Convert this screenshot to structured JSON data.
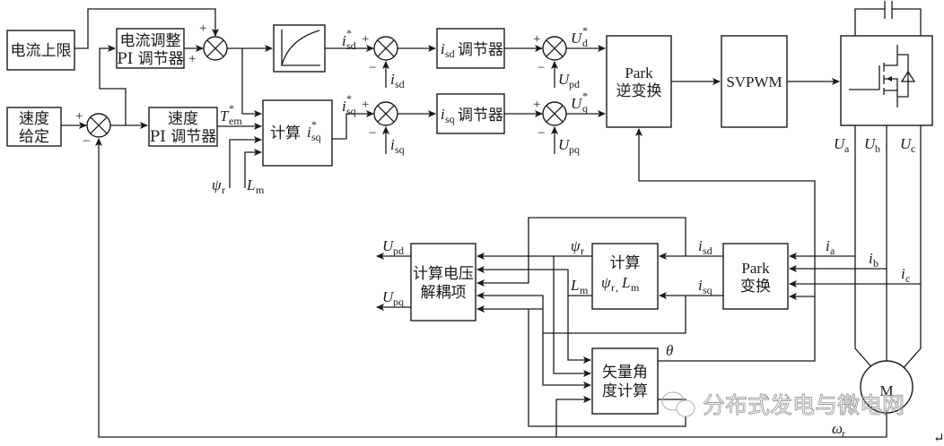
{
  "blocks": {
    "current_limit": "电流上限",
    "current_pi_line1": "电流调整",
    "current_pi_line2": "PI 调节器",
    "speed_ref_line1": "速度",
    "speed_ref_line2": "给定",
    "speed_pi_line1": "速度",
    "speed_pi_line2": "PI 调节器",
    "calc_isq_prefix": "计算",
    "isd_reg_suffix": "调节器",
    "isq_reg_suffix": "调节器",
    "inv_park_line1": "Park",
    "inv_park_line2": "逆变换",
    "svpwm": "SVPWM",
    "decouple_line1": "计算电压",
    "decouple_line2": "解耦项",
    "calc_flux_line1": "计算",
    "park_line1": "Park",
    "park_line2": "变换",
    "angle_line1": "矢量角",
    "angle_line2": "度计算",
    "motor": "M"
  },
  "signals": {
    "i": "i",
    "U": "U",
    "T": "T",
    "L": "L",
    "psi": "ψ",
    "omega": "ω",
    "theta": "θ",
    "star": "*",
    "sd": "sd",
    "sq": "sq",
    "em": "em",
    "m": "m",
    "r": "r",
    "d": "d",
    "q": "q",
    "pd": "pd",
    "pq": "pq",
    "a": "a",
    "b": "b",
    "c": "c",
    "comma": ","
  },
  "signs": {
    "plus": "+",
    "minus": "−"
  },
  "watermark": "分布式发电与微电网",
  "paragraph_mark": "↵"
}
